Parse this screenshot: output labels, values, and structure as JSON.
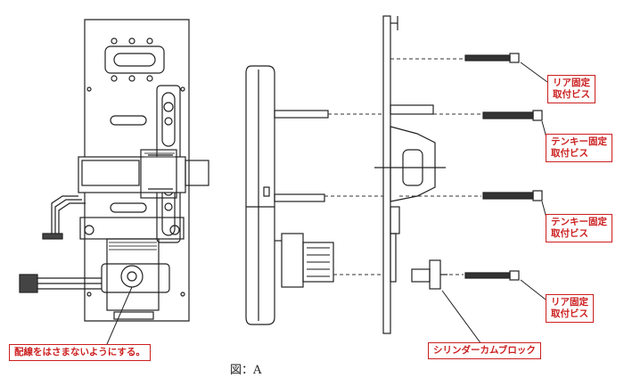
{
  "labels": {
    "rear_screw_top": "リア固定\n取付ビス",
    "tenkey_screw_top": "テンキー固定\n取付ビス",
    "tenkey_screw_bottom": "テンキー固定\n取付ビス",
    "rear_screw_bottom": "リア固定\n取付ビス",
    "cylinder_cam_block": "シリンダーカムブロック",
    "wiring_note": "配線をはさまないようにする。",
    "figure_caption": "図：A"
  },
  "colors": {
    "label_red": "#cc1f1f",
    "line": "#222222",
    "hatch": "#444444"
  }
}
